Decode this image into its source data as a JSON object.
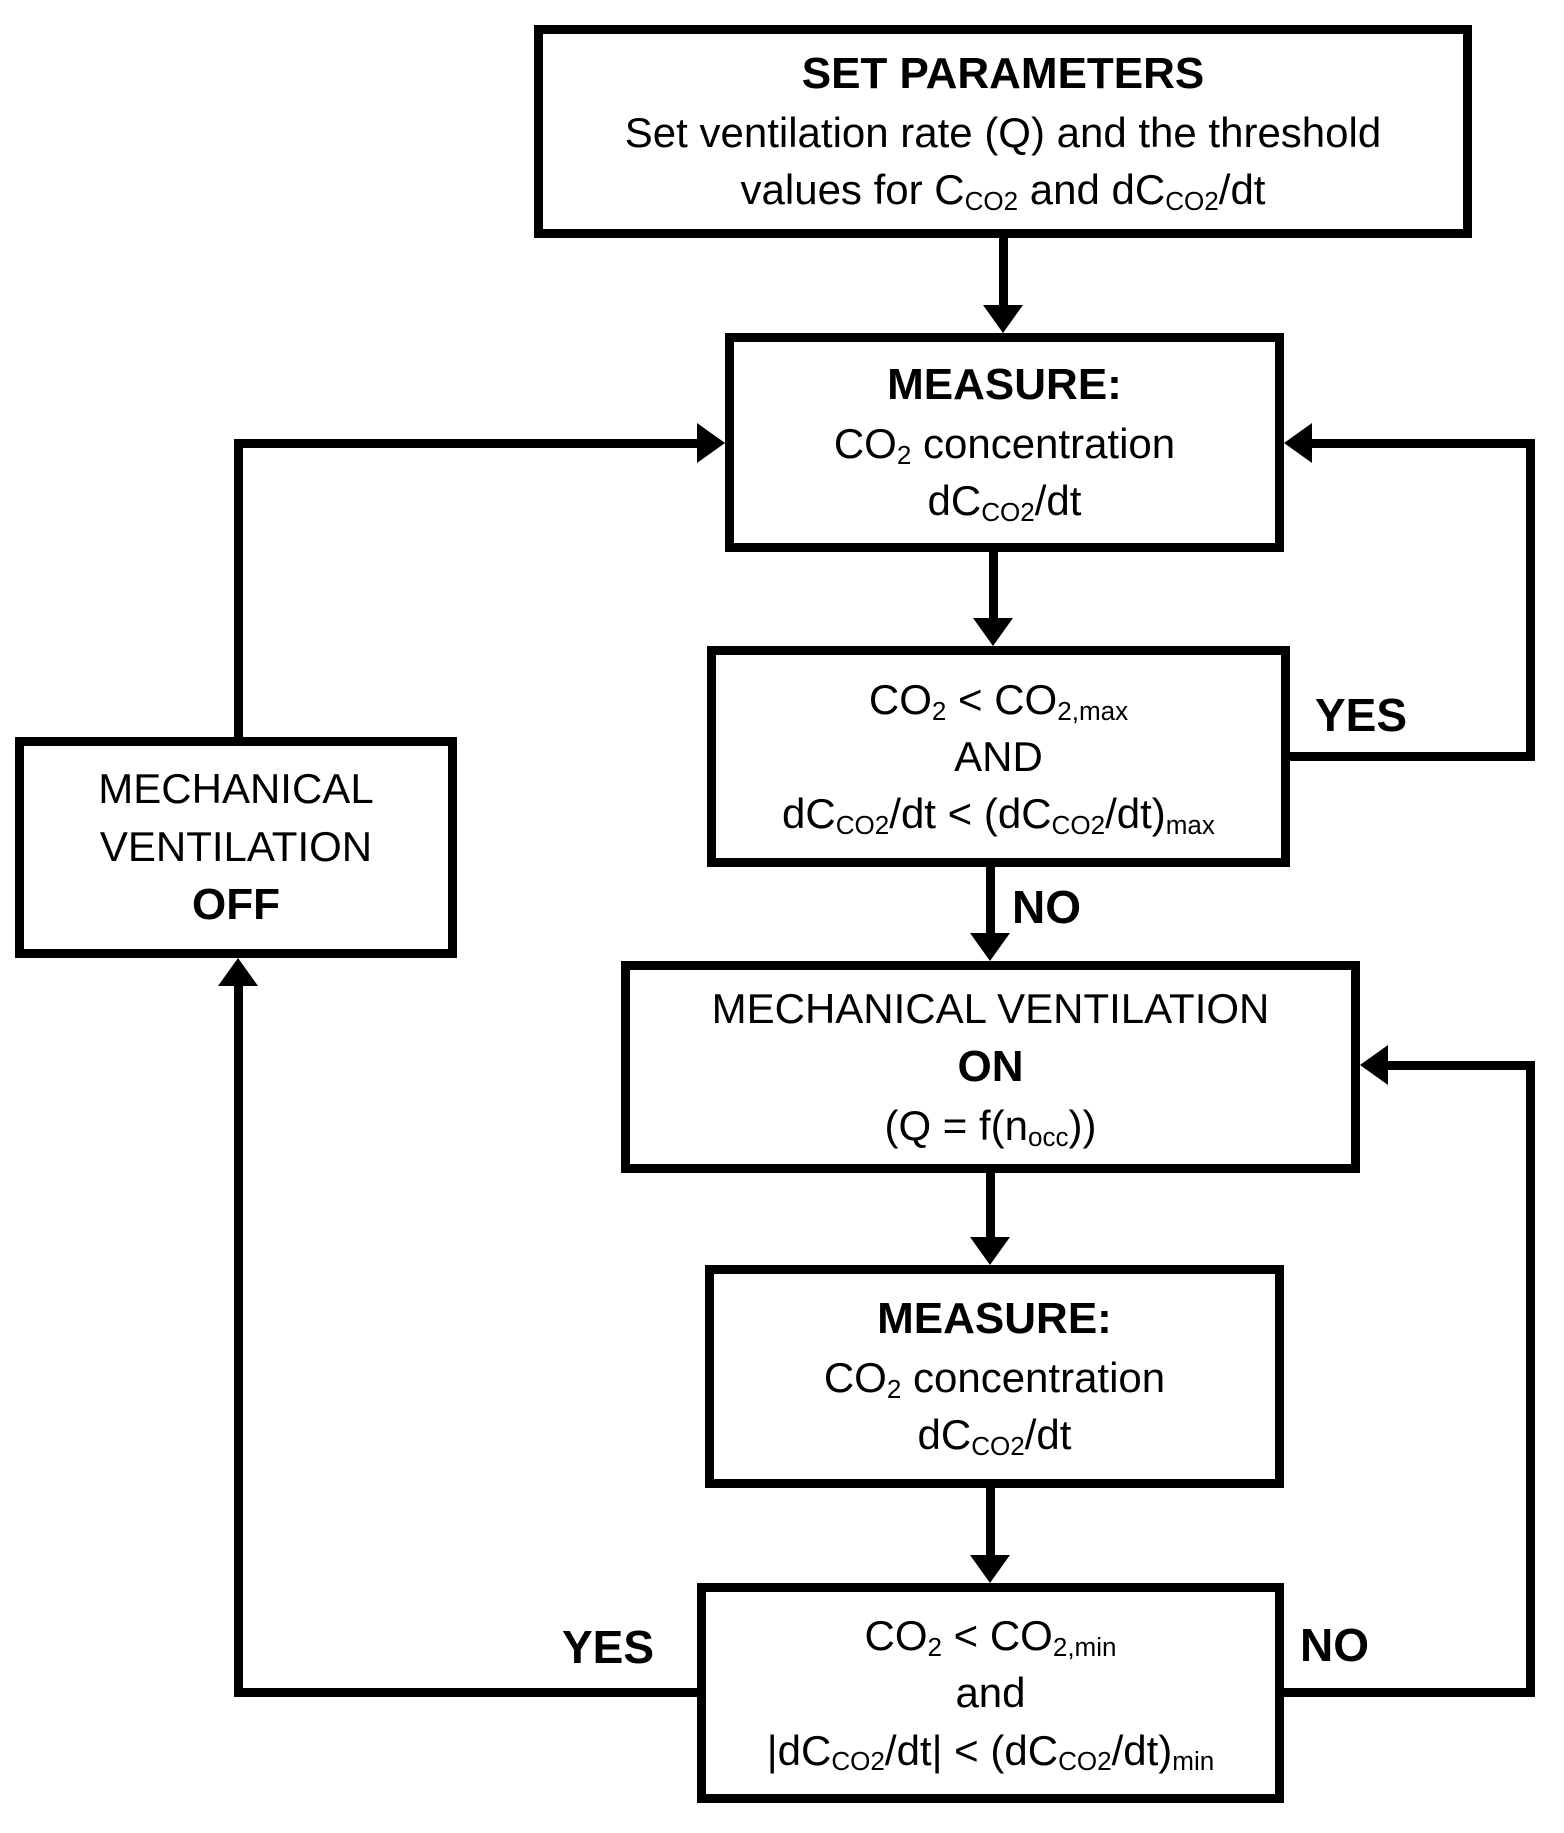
{
  "colors": {
    "line": "#000000",
    "box_fill": "#ffffff",
    "background": "#ffffff",
    "text": "#000000"
  },
  "boxes": {
    "set_parameters": [
      "SET PARAMETERS",
      "Set ventilation rate (Q) and the threshold",
      "values for C_{CO2} and dC_{CO2}/dt"
    ],
    "measure_top": [
      "MEASURE:",
      "CO_{2} concentration",
      "dC_{CO2}/dt"
    ],
    "decision_max": [
      "CO_{2} < CO_{2,max}",
      "AND",
      "dC_{CO2}/dt < (dC_{CO2}/dt)_{max}"
    ],
    "ventilation_off": [
      "MECHANICAL",
      "VENTILATION",
      "OFF"
    ],
    "ventilation_on": [
      "MECHANICAL VENTILATION",
      "ON",
      "(Q = f(n_{occ}))"
    ],
    "measure_bottom": [
      "MEASURE:",
      "CO_{2} concentration",
      "dC_{CO2}/dt"
    ],
    "decision_min": [
      "CO_{2} < CO_{2,min}",
      "and",
      "|dC_{CO2}/dt| < (dC_{CO2}/dt)_{min}"
    ]
  },
  "edge_labels": {
    "decision_max_yes": "YES",
    "decision_max_no": "NO",
    "decision_min_yes": "YES",
    "decision_min_no": "NO"
  }
}
